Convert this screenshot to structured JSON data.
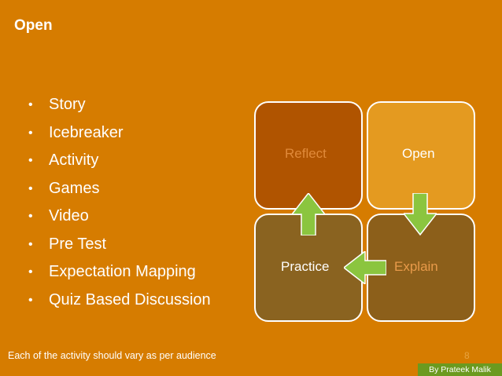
{
  "slide": {
    "title": "Open",
    "bullets": [
      "Story",
      "Icebreaker",
      "Activity",
      "Games",
      "Video",
      "Pre Test",
      "Expectation Mapping",
      "Quiz Based Discussion"
    ],
    "bullet_glyph": "•",
    "footnote": "Each of the activity should vary as per audience",
    "page_number": "8",
    "author": "By Prateek Malik"
  },
  "cycle": {
    "tiles": {
      "reflect": "Reflect",
      "open": "Open",
      "practice": "Practice",
      "explain": "Explain"
    },
    "arrow_color": "#8bc53f",
    "arrow_icons": [
      "arrow-down-icon",
      "arrow-left-icon",
      "arrow-up-icon"
    ]
  },
  "colors": {
    "background": "#d67c00",
    "tile_reflect": "#b05400",
    "tile_open": "#e49a20",
    "tile_practice": "#8a6320",
    "tile_explain": "#8c5f1a",
    "author_badge": "#6b9a1f"
  }
}
